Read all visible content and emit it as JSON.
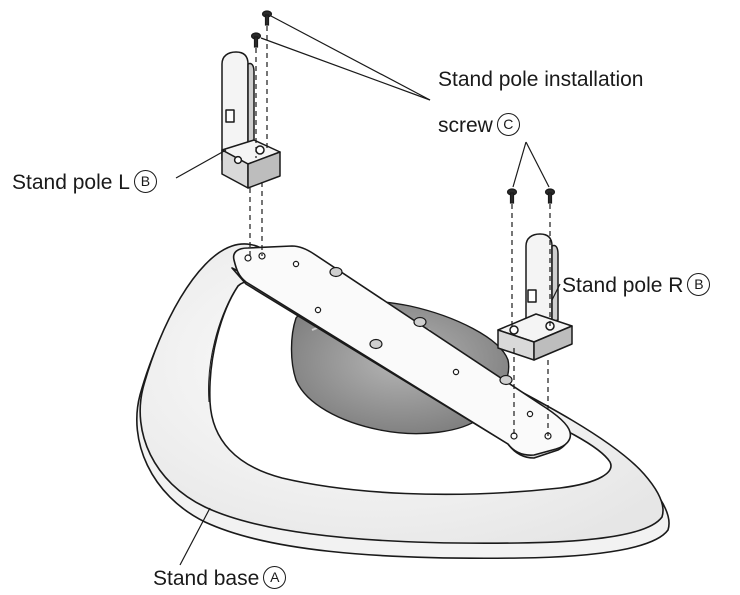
{
  "labels": {
    "screw_line1": "Stand pole installation",
    "screw_line2": "screw",
    "screw_letter": "C",
    "pole_l": "Stand pole L",
    "pole_l_letter": "B",
    "pole_r": "Stand pole R",
    "pole_r_letter": "B",
    "base": "Stand base",
    "base_letter": "A"
  },
  "colors": {
    "line": "#1a1a1a",
    "base_fill": "#ffffff",
    "pedestal_fill": "#9e9e9e",
    "plate_fill": "#fafafa",
    "background": "#ffffff"
  }
}
